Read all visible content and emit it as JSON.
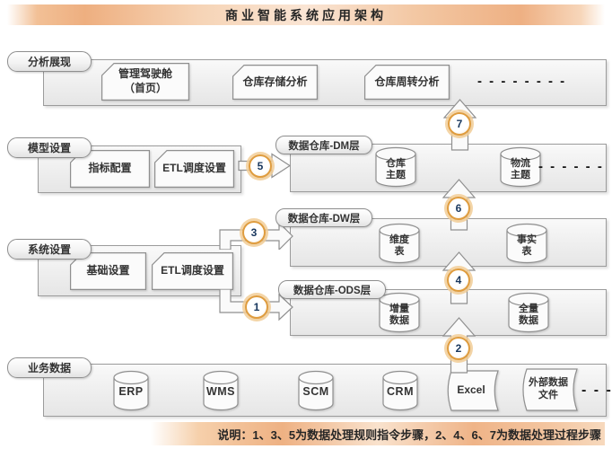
{
  "title": "商业智能系统应用架构",
  "footnote": "说明：1、3、5为数据处理规则指令步骤，2、4、6、7为数据处理过程步骤",
  "steps": [
    "1",
    "2",
    "3",
    "4",
    "5",
    "6",
    "7"
  ],
  "analysis": {
    "label": "分析展现",
    "cards": [
      {
        "line1": "管理驾驶舱",
        "line2": "（首页）"
      },
      {
        "line1": "仓库存储分析"
      },
      {
        "line1": "仓库周转分析"
      }
    ],
    "dashes": "- - - - - - - -"
  },
  "model": {
    "label": "模型设置",
    "cards": [
      {
        "line1": "指标配置"
      },
      {
        "line1": "ETL调度设置"
      }
    ]
  },
  "dm": {
    "label": "数据仓库-DM层",
    "cylinders": [
      {
        "line1": "仓库",
        "line2": "主题"
      },
      {
        "line1": "物流",
        "line2": "主题"
      }
    ],
    "dashes": "- - - - - -"
  },
  "system": {
    "label": "系统设置",
    "cards": [
      {
        "line1": "基础设置"
      },
      {
        "line1": "ETL调度设置"
      }
    ]
  },
  "dw": {
    "label": "数据仓库-DW层",
    "cylinders": [
      {
        "line1": "维度",
        "line2": "表"
      },
      {
        "line1": "事实",
        "line2": "表"
      }
    ]
  },
  "ods": {
    "label": "数据仓库-ODS层",
    "cylinders": [
      {
        "line1": "增量",
        "line2": "数据"
      },
      {
        "line1": "全量",
        "line2": "数据"
      }
    ]
  },
  "business": {
    "label": "业务数据",
    "cylinders": [
      {
        "line1": "ERP"
      },
      {
        "line1": "WMS"
      },
      {
        "line1": "SCM"
      },
      {
        "line1": "CRM"
      }
    ],
    "stored": [
      {
        "line1": "Excel"
      },
      {
        "line1": "外部数据",
        "line2": "文件"
      }
    ],
    "dashes": "- - -"
  },
  "colors": {
    "accent_orange": "#df9c3e",
    "band_border": "#9b9b9b",
    "step_number": "#17365d"
  }
}
